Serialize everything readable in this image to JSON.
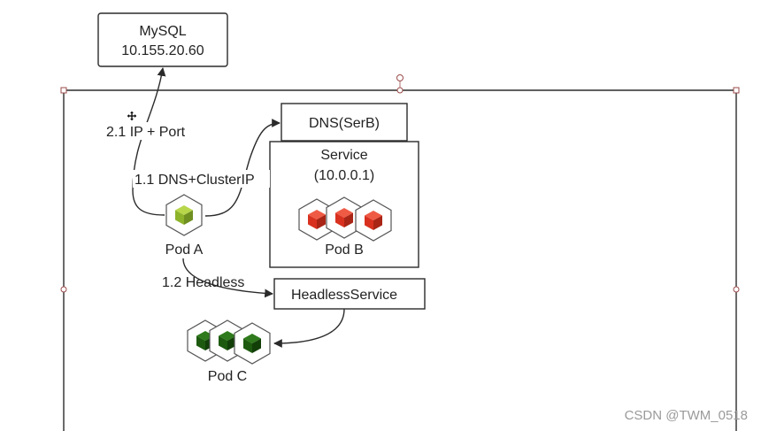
{
  "nodes": {
    "mysql": {
      "title": "MySQL",
      "ip": "10.155.20.60"
    },
    "dns": {
      "label": "DNS(SerB)"
    },
    "service": {
      "title": "Service",
      "ip": "(10.0.0.1)"
    },
    "headless_service": {
      "label": "HeadlessService"
    },
    "pod_a": {
      "label": "Pod A"
    },
    "pod_b": {
      "label": "Pod B"
    },
    "pod_c": {
      "label": "Pod C"
    }
  },
  "edges": {
    "ip_port": "2.1 IP + Port",
    "dns_clusterip": "1.1 DNS+ClusterIP",
    "headless": "1.2 Headless"
  },
  "watermark": "CSDN @TWM_0518",
  "colors": {
    "pod_a_cube": "#8db32a",
    "pod_b_cube": "#d9311f",
    "pod_c_cube": "#1d5a0f",
    "line": "#2b2b2b",
    "handle": "#9b4a4a"
  }
}
